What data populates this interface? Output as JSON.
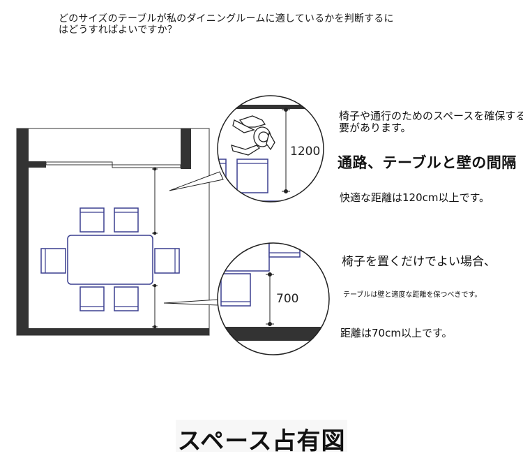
{
  "question": {
    "line1": "どのサイズのテーブルが私のダイニングルームに適しているかを判断するに",
    "line2": "はどうすればよいですか？"
  },
  "notes": {
    "chair_space_line1": "椅子や通行のためのスペースを確保する必",
    "chair_space_line2": "要があります。",
    "aisle_heading": "通路、テーブルと壁の間隔",
    "aisle_distance": "快適な距離は120cm以上です。",
    "chair_only": "椅子を置くだけでよい場合、",
    "wall_gap": "テーブルは壁と適度な距離を保つべきです。",
    "chair_distance": "距離は70cm以上です。"
  },
  "dimensions": {
    "upper": "1200",
    "lower": "700"
  },
  "caption": "スペース占有図",
  "colors": {
    "wall": "#333333",
    "furniture_stroke": "#3a3f8f",
    "line": "#222222"
  }
}
